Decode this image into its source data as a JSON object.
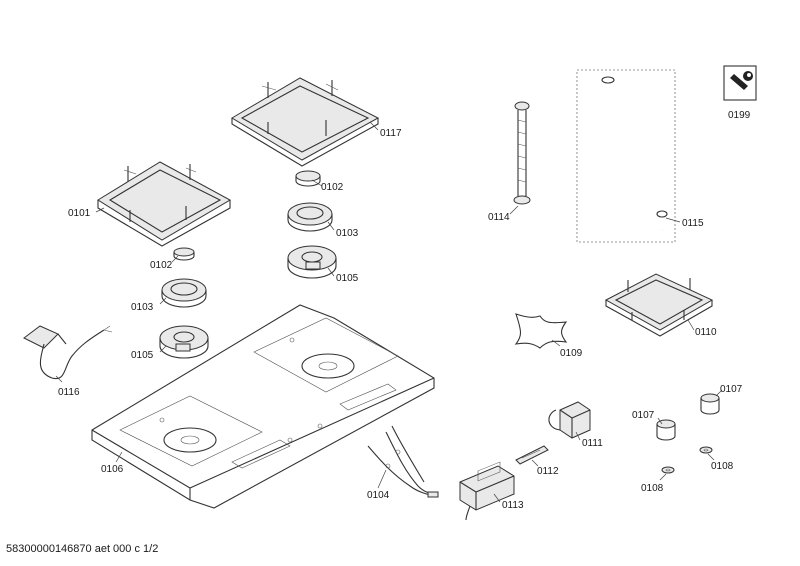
{
  "labels": [
    {
      "id": "grate_left",
      "text": "0101"
    },
    {
      "id": "cap_left",
      "text": "0102"
    },
    {
      "id": "cap_right",
      "text": "0102"
    },
    {
      "id": "ring_left",
      "text": "0103"
    },
    {
      "id": "ring_right",
      "text": "0103"
    },
    {
      "id": "wiring",
      "text": "0104"
    },
    {
      "id": "burner_left",
      "text": "0105"
    },
    {
      "id": "burner_right",
      "text": "0105"
    },
    {
      "id": "hob_top",
      "text": "0106"
    },
    {
      "id": "knob_left",
      "text": "0107"
    },
    {
      "id": "knob_right",
      "text": "0107"
    },
    {
      "id": "washer_left",
      "text": "0108"
    },
    {
      "id": "washer_right",
      "text": "0108"
    },
    {
      "id": "wok_adapter",
      "text": "0109"
    },
    {
      "id": "grate_small",
      "text": "0110"
    },
    {
      "id": "switch",
      "text": "0111"
    },
    {
      "id": "strip",
      "text": "0112"
    },
    {
      "id": "control_module",
      "text": "0113"
    },
    {
      "id": "gas_pipe",
      "text": "0114"
    },
    {
      "id": "gas_hose",
      "text": "0115"
    },
    {
      "id": "power_cable",
      "text": "0116"
    },
    {
      "id": "grate_right",
      "text": "0117"
    },
    {
      "id": "tool_box",
      "text": "0199"
    }
  ],
  "footer": {
    "code": "58300000146870 aet 000 c 1/2"
  }
}
